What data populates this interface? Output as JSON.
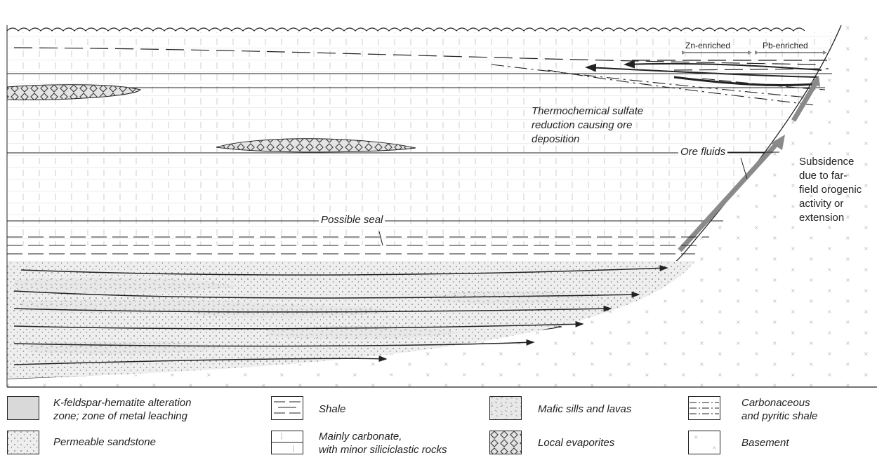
{
  "annotations": {
    "zn_enriched": "Zn-enriched",
    "pb_enriched": "Pb-enriched",
    "tsr_line1": "Thermochemical sulfate",
    "tsr_line2": "reduction causing ore",
    "tsr_line3": "deposition",
    "ore_fluids": "Ore fluids",
    "possible_seal": "Possible seal",
    "subsidence_line1": "Subsidence",
    "subsidence_line2": "due to far-",
    "subsidence_line3": "field orogenic",
    "subsidence_line4": "activity or",
    "subsidence_line5": "extension"
  },
  "legend": {
    "alteration_line1": "K-feldspar-hematite alteration",
    "alteration_line2": "zone; zone of metal leaching",
    "sandstone": "Permeable sandstone",
    "shale": "Shale",
    "carbonate_line1": "Mainly carbonate,",
    "carbonate_line2": "with minor siliciclastic rocks",
    "mafic": "Mafic sills and lavas",
    "evaporites": "Local evaporites",
    "carbonaceous_line1": "Carbonaceous",
    "carbonaceous_line2": "and pyritic shale",
    "basement": "Basement"
  },
  "colors": {
    "line": "#222222",
    "arrow": "#8a8a8a",
    "alteration": "#d9d9d9",
    "sandstone_fill": "#f2f2f2"
  }
}
